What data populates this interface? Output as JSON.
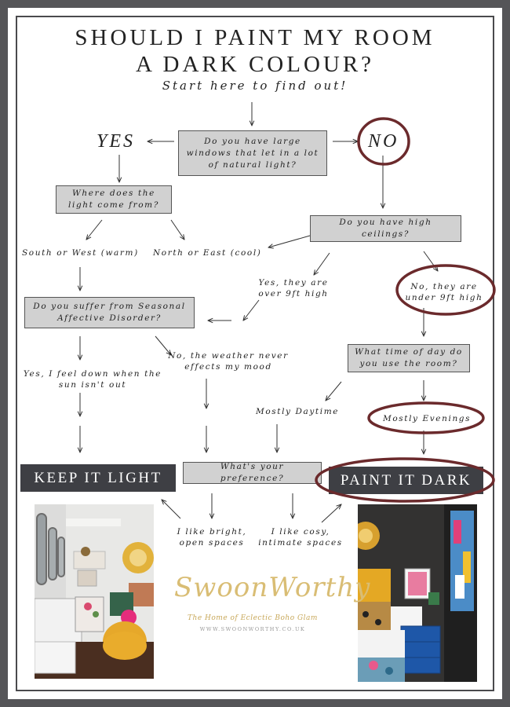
{
  "title_line1": "SHOULD I PAINT MY ROOM",
  "title_line2": "A DARK COLOUR?",
  "subtitle": "Start here to find out!",
  "nodes": {
    "q_windows": "Do you have large windows that let in a lot of natural light?",
    "yes": "YES",
    "no": "NO",
    "q_light": "Where does the light come from?",
    "q_ceilings": "Do you have high ceilings?",
    "a_south_west": "South or West (warm)",
    "a_north_east": "North or East (cool)",
    "a_over_9ft": "Yes, they are over 9ft high",
    "a_under_9ft": "No, they are under 9ft high",
    "q_sad": "Do you suffer from Seasonal Affective Disorder?",
    "q_time": "What time of day do you use the room?",
    "a_feel_down": "Yes, I feel down when the sun isn't out",
    "a_weather": "No, the weather never effects my mood",
    "a_daytime": "Mostly Daytime",
    "a_evenings": "Mostly Evenings",
    "q_preference": "What's your preference?",
    "a_bright": "I like bright, open spaces",
    "a_cosy": "I like cosy, intimate spaces"
  },
  "results": {
    "light": "KEEP IT LIGHT",
    "dark": "PAINT IT DARK"
  },
  "logo": {
    "name": "SwoonWorthy",
    "tagline": "The Home of Eclectic Boho Glam",
    "url": "WWW.SWOONWORTHY.CO.UK"
  },
  "colors": {
    "box_fill": "#d1d1d1",
    "result_fill": "#3e3f44",
    "highlight_oval": "#6b2a2c",
    "logo_gold": "#d9bd74"
  }
}
